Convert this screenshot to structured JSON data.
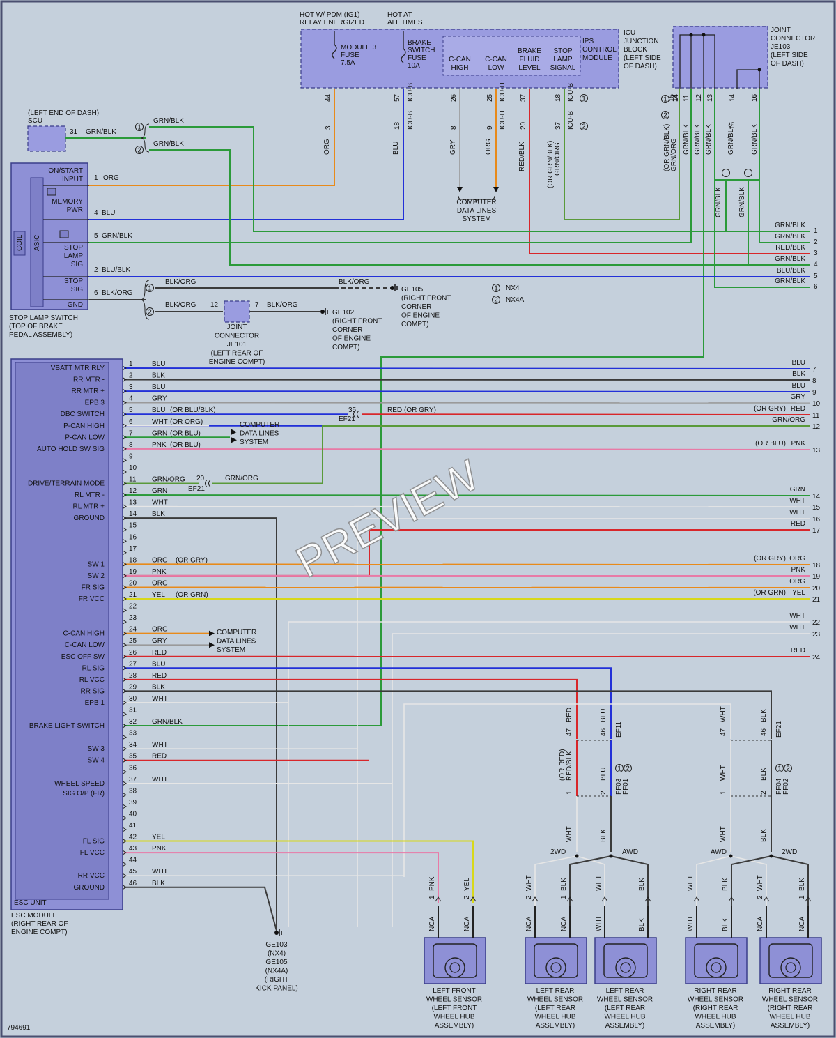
{
  "diagram_id": "794691",
  "watermark": "PREVIEW",
  "colors": {
    "BLU": "#2230d8",
    "BLK": "#3b3b3b",
    "GRY": "#9a9a9a",
    "WHT": "#e6e6e6",
    "RED": "#d8262a",
    "ORG": "#e88a1a",
    "GRN": "#2b9a3a",
    "PNK": "#e87aa6",
    "YEL": "#d8d81a",
    "GRN/BLK": "#2b9a3a",
    "GRN/ORG": "#5a9a3a",
    "BLU/BLK": "#2230d8",
    "BLK/ORG": "#3b3b3b",
    "RED/BLK": "#d8262a",
    "bg": "#c5d0dc",
    "box": "#8e90d6"
  },
  "top": {
    "hot_ig1": [
      "HOT W/ PDM (IG1)",
      "RELAY ENERGIZED"
    ],
    "hot_always": [
      "HOT AT",
      "ALL TIMES"
    ],
    "fuse1": [
      "MODULE 3",
      "FUSE",
      "7.5A"
    ],
    "fuse2": [
      "BRAKE",
      "SWITCH",
      "FUSE",
      "10A"
    ],
    "ips": [
      "IPS",
      "CONTROL",
      "MODULE"
    ],
    "ips_pins": [
      [
        "C-CAN",
        "HIGH"
      ],
      [
        "C-CAN",
        "LOW"
      ],
      [
        "BRAKE",
        "FLUID",
        "LEVEL"
      ],
      [
        "STOP",
        "LAMP",
        "SIGNAL"
      ]
    ],
    "icu": [
      "ICU",
      "JUNCTION",
      "BLOCK",
      "(LEFT SIDE",
      "OF DASH)"
    ],
    "icu_pins": [
      "44",
      "57",
      "26",
      "25",
      "37",
      "18"
    ],
    "icu_pin_labels": [
      "ICU-B",
      "ICU-H",
      "ICU-B"
    ],
    "mid_pins": [
      "3",
      "18",
      "8",
      "9",
      "20",
      "37"
    ],
    "mid_pin_labels": [
      "ICU-B",
      "ICU-H",
      "ICU-B"
    ],
    "wire_colors": [
      "ORG",
      "BLU",
      "GRY",
      "ORG",
      "RED/BLK",
      "(OR GRN/BLK)",
      "GRN/ORG"
    ],
    "comp_data": [
      "COMPUTER",
      "DATA LINES",
      "SYSTEM"
    ],
    "je103": [
      "JOINT",
      "CONNECTOR",
      "JE103",
      "(LEFT SIDE",
      "OF DASH)"
    ],
    "je103_pins": [
      "15",
      "14",
      "11",
      "12",
      "13",
      "14",
      "15",
      "16"
    ],
    "je103_colors": [
      "(OR GRN/BLK)",
      "GRN/ORG",
      "GRN/BLK",
      "GRN/BLK",
      "GRN/BLK",
      "GRN/BLK",
      "GRN/BLK"
    ],
    "scu": [
      "(LEFT END OF DASH)",
      "SCU"
    ],
    "scu_pin": "31",
    "scu_color": "GRN/BLK",
    "splice_colors": [
      "GRN/BLK",
      "GRN/BLK"
    ]
  },
  "stop_lamp": {
    "labels": [
      "ON/START",
      "INPUT",
      "MEMORY",
      "PWR",
      "STOP",
      "LAMP",
      "SIG",
      "STOP",
      "SIG",
      "GND"
    ],
    "coil": "COIL",
    "asic": "ASIC",
    "pins": [
      "1",
      "4",
      "5",
      "2",
      "6"
    ],
    "colors": [
      "ORG",
      "BLU",
      "GRN/BLK",
      "BLU/BLK",
      "BLK/ORG"
    ],
    "caption": [
      "STOP LAMP SWITCH",
      "(TOP OF BRAKE",
      "PEDAL ASSEMBLY)"
    ],
    "gnd_colors": [
      "BLK/ORG",
      "BLK/ORG",
      "BLK/ORG",
      "BLK/ORG"
    ],
    "je101": [
      "JOINT",
      "CONNECTOR",
      "JE101",
      "(LEFT REAR OF",
      "ENGINE COMPT)"
    ],
    "je101_pins": [
      "12",
      "7"
    ],
    "ge105": [
      "GE105",
      "(RIGHT FRONT",
      "CORNER",
      "OF ENGINE",
      "COMPT)"
    ],
    "ge102": [
      "GE102",
      "(RIGHT FRONT",
      "CORNER",
      "OF ENGINE",
      "COMPT)"
    ],
    "legend": [
      [
        "1",
        "NX4"
      ],
      [
        "2",
        "NX4A"
      ]
    ]
  },
  "right_top": {
    "rows": [
      {
        "num": "1",
        "color": "GRN/BLK"
      },
      {
        "num": "2",
        "color": "GRN/BLK"
      },
      {
        "num": "3",
        "color": "RED/BLK"
      },
      {
        "num": "4",
        "color": "GRN/BLK"
      },
      {
        "num": "5",
        "color": "BLU/BLK"
      },
      {
        "num": "6",
        "color": "GRN/BLK"
      }
    ]
  },
  "esc": {
    "unit": "ESC UNIT",
    "caption": [
      "ESC MODULE",
      "(RIGHT REAR OF",
      "ENGINE COMPT)"
    ],
    "pins": [
      {
        "n": "1",
        "sig": "VBATT MTR RLY",
        "c": "BLU",
        "rn": "7",
        "rc": "BLU"
      },
      {
        "n": "2",
        "sig": "RR MTR -",
        "c": "BLK",
        "rn": "8",
        "rc": "BLK"
      },
      {
        "n": "3",
        "sig": "RR MTR +",
        "c": "BLU",
        "rn": "9",
        "rc": "BLU"
      },
      {
        "n": "4",
        "sig": "EPB 3",
        "c": "GRY",
        "rn": "10",
        "rc": "GRY"
      },
      {
        "n": "5",
        "sig": "DBC SWITCH",
        "c": "BLU",
        "alt": "(OR BLU/BLK)",
        "rn": "11",
        "rc": "RED",
        "ralt": "(OR GRY)"
      },
      {
        "n": "6",
        "sig": "P-CAN HIGH",
        "c": "WHT",
        "alt": "(OR ORG)",
        "rn": "12",
        "rc": "GRN/ORG"
      },
      {
        "n": "7",
        "sig": "P-CAN LOW",
        "c": "GRN",
        "alt": "(OR BLU)"
      },
      {
        "n": "8",
        "sig": "AUTO HOLD SW SIG",
        "c": "PNK",
        "alt": "(OR BLU)",
        "rn": "13",
        "rc": "PNK",
        "ralt": "(OR BLU)"
      },
      {
        "n": "9",
        "sig": ""
      },
      {
        "n": "10",
        "sig": ""
      },
      {
        "n": "11",
        "sig": "DRIVE/TERRAIN MODE",
        "c": "GRN/ORG"
      },
      {
        "n": "12",
        "sig": "RL MTR -",
        "c": "GRN",
        "rn": "14",
        "rc": "GRN"
      },
      {
        "n": "13",
        "sig": "RL MTR +",
        "c": "WHT",
        "rn": "15",
        "rc": "WHT"
      },
      {
        "n": "14",
        "sig": "GROUND",
        "c": "BLK",
        "rn": "16",
        "rc": "WHT"
      },
      {
        "n": "15",
        "sig": "",
        "rn": "17",
        "rc": "RED"
      },
      {
        "n": "16",
        "sig": ""
      },
      {
        "n": "17",
        "sig": ""
      },
      {
        "n": "18",
        "sig": "SW 1",
        "c": "ORG",
        "alt": "(OR GRY)",
        "rn": "18",
        "rc": "ORG",
        "ralt": "(OR GRY)"
      },
      {
        "n": "19",
        "sig": "SW 2",
        "c": "PNK",
        "rn": "19",
        "rc": "PNK"
      },
      {
        "n": "20",
        "sig": "FR SIG",
        "c": "ORG",
        "rn": "20",
        "rc": "ORG"
      },
      {
        "n": "21",
        "sig": "FR VCC",
        "c": "YEL",
        "alt": "(OR GRN)",
        "rn": "21",
        "rc": "YEL",
        "ralt": "(OR GRN)"
      },
      {
        "n": "22",
        "sig": "",
        "rn": "22",
        "rc": "WHT"
      },
      {
        "n": "23",
        "sig": "",
        "rn": "23",
        "rc": "WHT"
      },
      {
        "n": "24",
        "sig": "C-CAN HIGH",
        "c": "ORG"
      },
      {
        "n": "25",
        "sig": "C-CAN LOW",
        "c": "GRY"
      },
      {
        "n": "26",
        "sig": "ESC OFF SW",
        "c": "RED",
        "rn": "24",
        "rc": "RED"
      },
      {
        "n": "27",
        "sig": "RL SIG",
        "c": "BLU"
      },
      {
        "n": "28",
        "sig": "RL VCC",
        "c": "RED"
      },
      {
        "n": "29",
        "sig": "RR SIG",
        "c": "BLK"
      },
      {
        "n": "30",
        "sig": "EPB 1",
        "c": "WHT"
      },
      {
        "n": "31",
        "sig": ""
      },
      {
        "n": "32",
        "sig": "BRAKE LIGHT SWITCH",
        "c": "GRN/BLK"
      },
      {
        "n": "33",
        "sig": ""
      },
      {
        "n": "34",
        "sig": "SW 3",
        "c": "WHT"
      },
      {
        "n": "35",
        "sig": "SW 4",
        "c": "RED"
      },
      {
        "n": "36",
        "sig": ""
      },
      {
        "n": "37",
        "sig": "WHEEL SPEED",
        "sig2": "SIG O/P (FR)",
        "c": "WHT"
      },
      {
        "n": "38",
        "sig": ""
      },
      {
        "n": "39",
        "sig": ""
      },
      {
        "n": "40",
        "sig": ""
      },
      {
        "n": "41",
        "sig": ""
      },
      {
        "n": "42",
        "sig": "FL SIG",
        "c": "YEL"
      },
      {
        "n": "43",
        "sig": "FL VCC",
        "c": "PNK"
      },
      {
        "n": "44",
        "sig": ""
      },
      {
        "n": "45",
        "sig": "RR VCC",
        "c": "WHT"
      },
      {
        "n": "46",
        "sig": "GROUND",
        "c": "BLK"
      }
    ],
    "ef21_a": "EF21",
    "ef21_a_pin": "35",
    "ef21_b": "EF21",
    "ef21_b_pin": "20",
    "ef21_b_color": "GRN/ORG",
    "mid_red": "RED",
    "mid_red_alt": "(OR GRY)",
    "comp1": [
      "COMPUTER",
      "DATA LINES",
      "SYSTEM"
    ],
    "comp2": [
      "COMPUTER",
      "DATA LINES",
      "SYSTEM"
    ],
    "ge103": [
      "GE103",
      "(NX4)",
      "GE105",
      "(NX4A)",
      "(RIGHT",
      "KICK PANEL)"
    ]
  },
  "sensors": {
    "list": [
      {
        "name": [
          "LEFT FRONT",
          "WHEEL SENSOR",
          "(LEFT FRONT",
          "WHEEL HUB",
          "ASSEMBLY)"
        ],
        "w1": "PNK",
        "w2": "YEL",
        "p1": "1",
        "p2": "2",
        "t1": "NCA",
        "t2": "NCA"
      },
      {
        "name": [
          "LEFT REAR",
          "WHEEL SENSOR",
          "(LEFT REAR",
          "WHEEL HUB",
          "ASSEMBLY)"
        ],
        "w1": "WHT",
        "w2": "BLK",
        "p1": "2",
        "p2": "1",
        "t1": "NCA",
        "t2": "NCA"
      },
      {
        "name": [
          "LEFT REAR",
          "WHEEL SENSOR",
          "(LEFT REAR",
          "WHEEL HUB",
          "ASSEMBLY)"
        ],
        "w1": "WHT",
        "w2": "BLK",
        "p1": "",
        "p2": "",
        "t1": "WHT",
        "t2": "BLK"
      },
      {
        "name": [
          "RIGHT REAR",
          "WHEEL SENSOR",
          "(RIGHT REAR",
          "WHEEL HUB",
          "ASSEMBLY)"
        ],
        "w1": "WHT",
        "w2": "BLK",
        "p1": "",
        "p2": "",
        "t1": "WHT",
        "t2": "BLK"
      },
      {
        "name": [
          "RIGHT REAR",
          "WHEEL SENSOR",
          "(RIGHT REAR",
          "WHEEL HUB",
          "ASSEMBLY)"
        ],
        "w1": "WHT",
        "w2": "BLK",
        "p1": "2",
        "p2": "1",
        "t1": "NCA",
        "t2": "NCA"
      }
    ],
    "left_harness": {
      "c_top1": "RED",
      "c_top2": "BLU",
      "p47": "47",
      "p46": "46",
      "ef": "EF11",
      "alt": "(OR RED)",
      "c_mid1": "RED/BLK",
      "c_mid2": "BLU",
      "p1": "1",
      "p2": "2",
      "ff": [
        "FF03",
        "FF01"
      ],
      "c_low1": "WHT",
      "c_low2": "BLK",
      "split1": "2WD",
      "split2": "AWD"
    },
    "right_harness": {
      "c_top1": "WHT",
      "c_top2": "BLK",
      "p47": "47",
      "p46": "46",
      "ef": "EF21",
      "c_mid1": "WHT",
      "c_mid2": "BLK",
      "p1": "1",
      "p2": "2",
      "ff": [
        "FF04",
        "FF02"
      ],
      "c_low1": "WHT",
      "c_low2": "BLK",
      "split1": "AWD",
      "split2": "2WD"
    }
  }
}
